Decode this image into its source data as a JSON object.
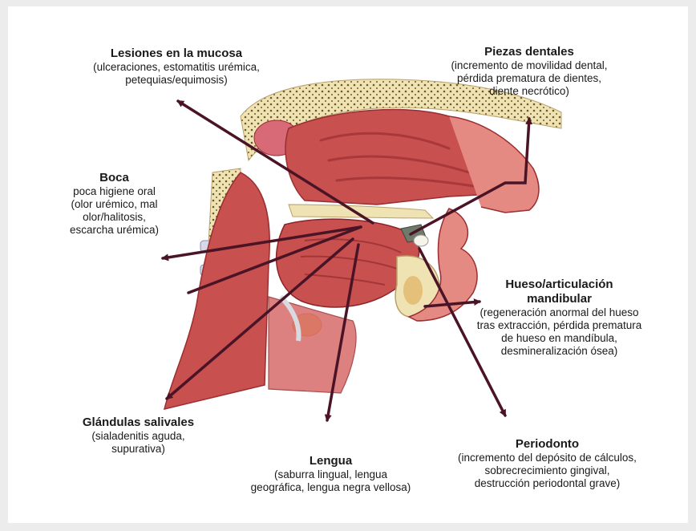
{
  "labels": {
    "mucosa": {
      "title": "Lesiones en la mucosa",
      "desc": "(ulceraciones, estomatitis urémica,\npetequias/equimosis)"
    },
    "piezas": {
      "title": "Piezas dentales",
      "desc": "(incremento de movilidad dental,\npérdida prematura de dientes,\ndiente necrótico)"
    },
    "boca": {
      "title": "Boca",
      "desc": "poca higiene oral\n(olor urémico, mal\nolor/halitosis,\nescarcha urémica)"
    },
    "hueso": {
      "title": "Hueso/articulación\nmandibular",
      "desc": "(regeneración anormal del hueso\ntras extracción, pérdida prematura\nde hueso en mandíbula,\ndesmineralización ósea)"
    },
    "glandulas": {
      "title": "Glándulas salivales",
      "desc": "(sialadenitis aguda,\nsupurativa)"
    },
    "lengua": {
      "title": "Lengua",
      "desc": "(saburra lingual, lengua\ngeográfica, lengua negra vellosa)"
    },
    "periodonto": {
      "title": "Periodonto",
      "desc": "(incremento del depósito de cálculos,\nsobrecrecimiento gingival,\ndestrucción periodontal grave)"
    }
  },
  "colors": {
    "arrow": "#4a1426",
    "tissue": "#c8504f",
    "tissue_dark": "#9a2e30",
    "tissue_light": "#e58a82",
    "bone": "#efe3b4",
    "fat": "#f2c54a"
  }
}
